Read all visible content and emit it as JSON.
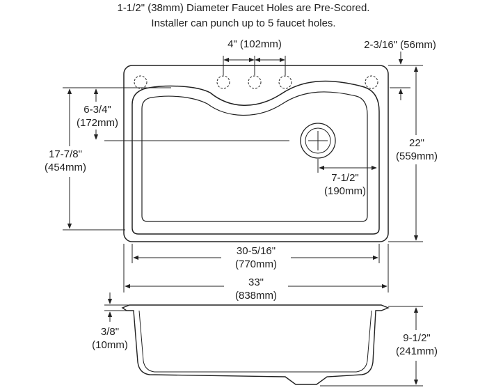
{
  "header": {
    "line1": "1-1/2\" (38mm) Diameter Faucet Holes are Pre-Scored.",
    "line2": "Installer can punch up to 5 faucet holes."
  },
  "dims": {
    "hole_spacing": "4\" (102mm)",
    "deck_depth": "2-3/16\" (56mm)",
    "front_to_drain_in": "6-3/4\"",
    "front_to_drain_mm": "(172mm)",
    "bowl_depth_in": "17-7/8\"",
    "bowl_depth_mm": "(454mm)",
    "overall_depth_in": "22\"",
    "overall_depth_mm": "(559mm)",
    "drain_offset_in": "7-1/2\"",
    "drain_offset_mm": "(190mm)",
    "bowl_width_in": "30-5/16\"",
    "bowl_width_mm": "(770mm)",
    "overall_width_in": "33\"",
    "overall_width_mm": "(838mm)",
    "rim_thickness_in": "3/8\"",
    "rim_thickness_mm": "(10mm)",
    "sink_depth_in": "9-1/2\"",
    "sink_depth_mm": "(241mm)"
  }
}
